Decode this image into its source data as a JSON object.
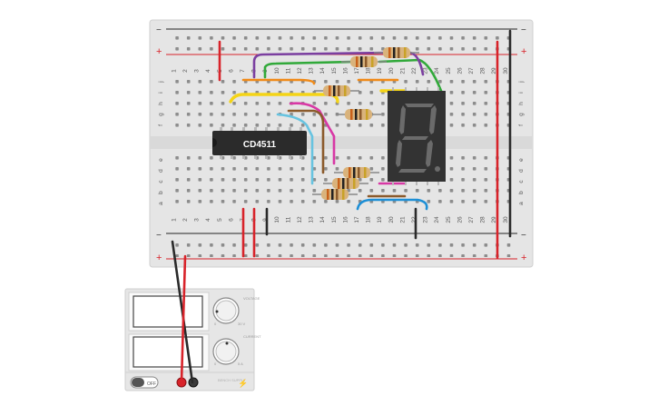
{
  "breadboard": {
    "columns_top": [
      "1",
      "2",
      "3",
      "4",
      "5",
      "6",
      "7",
      "8",
      "9",
      "10",
      "11",
      "12",
      "13",
      "14",
      "15",
      "16",
      "17",
      "18",
      "19",
      "20",
      "21",
      "22",
      "23",
      "24",
      "25",
      "26",
      "27",
      "28",
      "29",
      "30"
    ],
    "columns_bottom": [
      "1",
      "2",
      "3",
      "4",
      "5",
      "6",
      "7",
      "8",
      "9",
      "10",
      "11",
      "12",
      "13",
      "14",
      "15",
      "16",
      "17",
      "18",
      "19",
      "20",
      "21",
      "22",
      "23",
      "24",
      "25",
      "26",
      "27",
      "28",
      "29",
      "30"
    ],
    "rows_top": [
      "j",
      "i",
      "h",
      "g",
      "f"
    ],
    "rows_bottom": [
      "e",
      "d",
      "c",
      "b",
      "a"
    ],
    "rail_minus": "−",
    "rail_plus": "+"
  },
  "chip": {
    "label": "CD4511"
  },
  "display": {
    "digit": "8"
  },
  "power_supply": {
    "switch_label": "OFF",
    "knob_top_label": "VOLTAGE",
    "knob_bottom_label": "CURRENT",
    "knob_top_max": "30 V",
    "knob_bottom_max": "5 A",
    "knob_min": "0",
    "brand": "BENCH SUPPLY"
  },
  "colors": {
    "board": "#e6e6e6",
    "rail_red": "#d8232a",
    "rail_black": "#222222",
    "chip": "#2b2b2b",
    "display": "#333333",
    "segment": "#6b6b6b"
  }
}
